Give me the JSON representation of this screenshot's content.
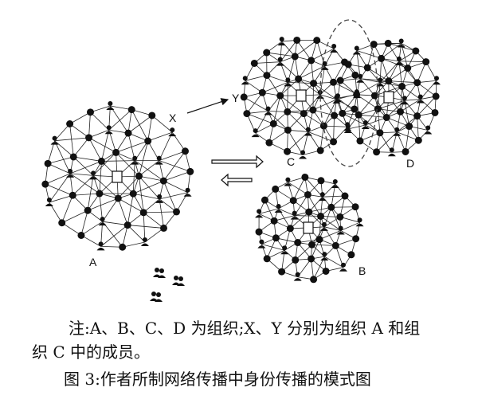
{
  "diagram": {
    "nodes": [
      {
        "id": "A",
        "label": "A"
      },
      {
        "id": "B",
        "label": "B"
      },
      {
        "id": "C",
        "label": "C"
      },
      {
        "id": "D",
        "label": "D"
      },
      {
        "id": "X",
        "label": "X"
      },
      {
        "id": "Y",
        "label": "Y"
      }
    ]
  },
  "caption": {
    "note_line1": "注:A、B、C、D 为组织;X、Y 分别为组织 A 和组",
    "note_line2": "织 C 中的成员。",
    "figure_title": "图 3:作者所制网络传播中身份传播的模式图"
  },
  "colors": {
    "ink": "#111111",
    "edge": "#222222",
    "ellipse": "#444444"
  }
}
